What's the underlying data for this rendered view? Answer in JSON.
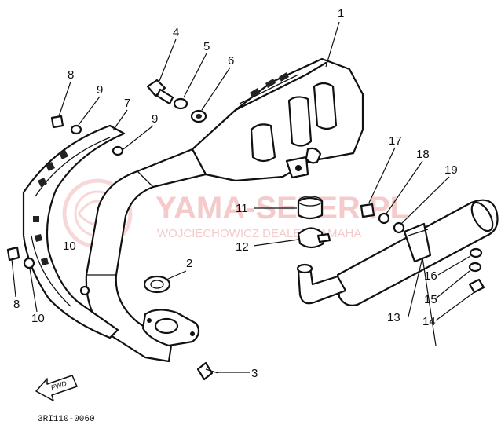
{
  "watermark": {
    "line1": "YAMA-SELER.PL",
    "line2": "WOJCIECHOWICZ DEALER YAMAHA",
    "color": "#f1b9b9"
  },
  "direction_label": "FWD",
  "diagram_code": "3RI110-0060",
  "callouts": [
    {
      "id": "c1",
      "label": "1"
    },
    {
      "id": "c2",
      "label": "2"
    },
    {
      "id": "c3",
      "label": "3"
    },
    {
      "id": "c4",
      "label": "4"
    },
    {
      "id": "c5",
      "label": "5"
    },
    {
      "id": "c6",
      "label": "6"
    },
    {
      "id": "c7",
      "label": "7"
    },
    {
      "id": "c8a",
      "label": "8"
    },
    {
      "id": "c8b",
      "label": "8"
    },
    {
      "id": "c9a",
      "label": "9"
    },
    {
      "id": "c9b",
      "label": "9"
    },
    {
      "id": "c10a",
      "label": "10"
    },
    {
      "id": "c10b",
      "label": "10"
    },
    {
      "id": "c11",
      "label": "11"
    },
    {
      "id": "c12",
      "label": "12"
    },
    {
      "id": "c13",
      "label": "13"
    },
    {
      "id": "c14",
      "label": "14"
    },
    {
      "id": "c15",
      "label": "15"
    },
    {
      "id": "c16",
      "label": "16"
    },
    {
      "id": "c17",
      "label": "17"
    },
    {
      "id": "c18",
      "label": "18"
    },
    {
      "id": "c19",
      "label": "19"
    }
  ]
}
